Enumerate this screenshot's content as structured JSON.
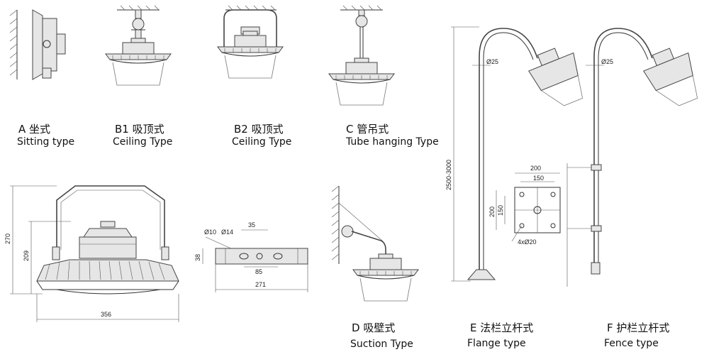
{
  "mounts": [
    {
      "code": "A 坐式",
      "en": "Sitting type"
    },
    {
      "code": "B1 吸顶式",
      "en": "Ceiling  Type"
    },
    {
      "code": "B2 吸顶式",
      "en": "Ceiling  Type"
    },
    {
      "code": "C 管吊式",
      "en": "Tube hanging Type"
    },
    {
      "code": "D 吸壁式",
      "en": "Suction Type"
    },
    {
      "code": "E 法栏立杆式",
      "en": "Flange type"
    },
    {
      "code": "F 护栏立杆式",
      "en": "Fence type"
    }
  ],
  "dimensions": {
    "height_total": "270",
    "height_body": "209",
    "width_total": "356",
    "hole_d10": "Ø10",
    "hole_d14": "Ø14",
    "bracket_35": "35",
    "bracket_38": "38",
    "bracket_85": "85",
    "bracket_271": "271",
    "pole_d25_e": "Ø25",
    "pole_d25_f": "Ø25",
    "pole_height": "2500-3000",
    "flange_200_w": "200",
    "flange_150_w": "150",
    "flange_200_h": "200",
    "flange_150_h": "150",
    "flange_holes": "4xØ20"
  }
}
